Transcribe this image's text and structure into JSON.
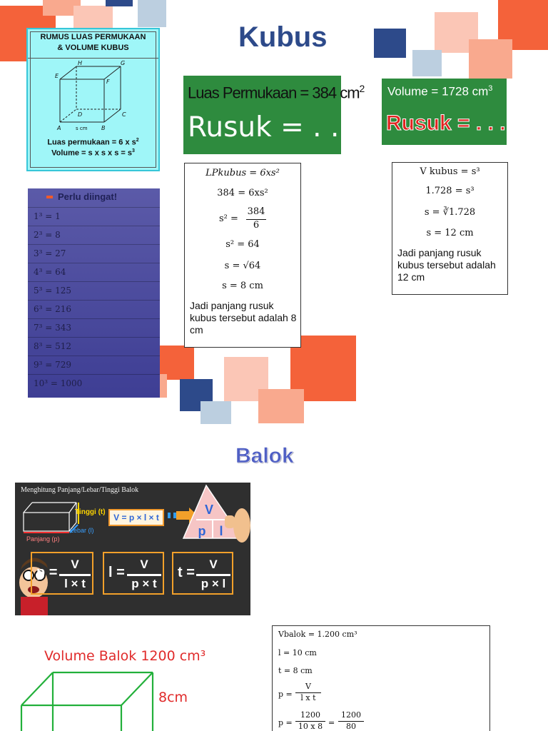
{
  "titles": {
    "kubus": "Kubus",
    "balok": "Balok"
  },
  "colors": {
    "orange": "#f4623a",
    "salmon": "#f9a98e",
    "peach": "#fbc6b6",
    "navy": "#2d4a8a",
    "light_blue": "#bccfe0",
    "green": "#2e8b3e",
    "cyan_card": "#9ff6f8"
  },
  "cube_card": {
    "heading_line1": "RUMUS LUAS PERMUKAAN",
    "heading_line2": "& VOLUME KUBUS",
    "vertices": {
      "A": "A",
      "B": "B",
      "C": "C",
      "D": "D",
      "E": "E",
      "F": "F",
      "G": "G",
      "H": "H"
    },
    "edge_label": "s cm",
    "formula_luas": "Luas permukaan = 6 x s",
    "formula_volume": "Volume = s x s x s = s",
    "sup": "2",
    "sup3": "3"
  },
  "box_luas": {
    "top": "Luas Permukaan = 384 cm",
    "top_sup": "2",
    "bottom": "Rusuk = . . ."
  },
  "box_volume": {
    "top": "Volume = 1728 cm",
    "top_sup": "3",
    "bottom": "Rusuk = . . ."
  },
  "calc_luas": {
    "line1": "LPkubus = 6xs²",
    "line2": "384 = 6xs²",
    "line3_lhs": "s² =",
    "line3_num": "384",
    "line3_den": "6",
    "line4": "s² = 64",
    "line5": "s = √64",
    "line6": "s = 8 cm",
    "conclusion": "Jadi panjang rusuk kubus tersebut adalah 8 cm"
  },
  "calc_volume": {
    "line1": "V kubus = s³",
    "line2": "1.728 = s³",
    "line3": "s = ∛1.728",
    "line4": "s = 12 cm",
    "conclusion": "Jadi panjang rusuk kubus tersebut adalah 12 cm"
  },
  "perlu": {
    "heading": "Perlu diingat!",
    "rows": [
      "1³ = 1",
      "2³ = 8",
      "3³ = 27",
      "4³ = 64",
      "5³ = 125",
      "6³ = 216",
      "7³ = 343",
      "8³ = 512",
      "9³ = 729",
      "10³ = 1000"
    ]
  },
  "balok_image": {
    "heading": "Menghitung Panjang/Lebar/Tinggi  Balok",
    "tinggi": "Tinggi (t)",
    "lebar": "Lebar (l)",
    "panjang": "Panjang (p)",
    "main_formula": "V = p × l × t",
    "tri_v": "V",
    "tri_p": "p",
    "tri_l": "l",
    "f1_lhs": "p =",
    "f1_num": "V",
    "f1_den": "l × t",
    "f2_lhs": "l =",
    "f2_num": "V",
    "f2_den": "p × t",
    "f3_lhs": "t =",
    "f3_num": "V",
    "f3_den": "p × l"
  },
  "handwritten": {
    "title": "Volume Balok 1200 cm³",
    "height": "8cm"
  },
  "calc_balok": {
    "line1": "Vbalok = 1.200 cm³",
    "line2": "l = 10 cm",
    "line3": "t = 8 cm",
    "line4_lhs": "p =",
    "line4_num": "V",
    "line4_den": "l x t",
    "line5_lhs": "p =",
    "line5_num": "1200",
    "line5_den": "10 x 8",
    "line5_eq": "=",
    "line5_num2": "1200",
    "line5_den2": "80"
  }
}
